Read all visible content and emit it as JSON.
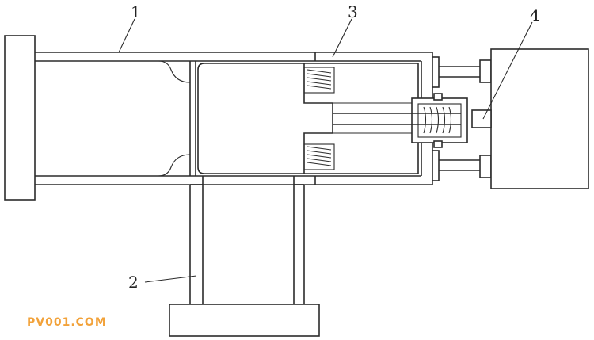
{
  "callouts": {
    "c1": "1",
    "c2": "2",
    "c3": "3",
    "c4": "4"
  },
  "watermark": "PV001.COM",
  "colors": {
    "line": "#2b2b2b",
    "watermark": "#f2a23a",
    "background": "#ffffff"
  }
}
